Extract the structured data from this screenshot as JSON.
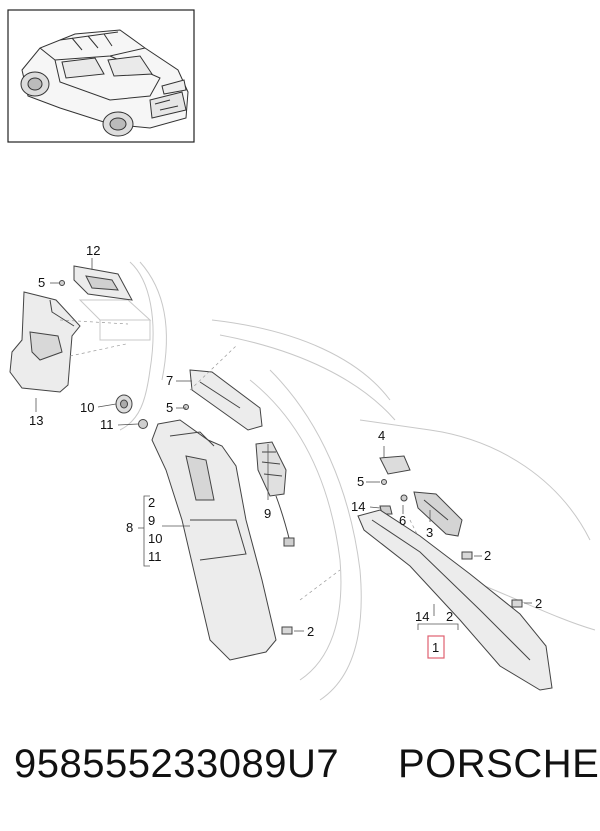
{
  "footer": {
    "part_number": "958555233089U7",
    "brand": "PORSCHE"
  },
  "callouts": {
    "c12": "12",
    "c5a": "5",
    "c13": "13",
    "c7": "7",
    "c5b": "5",
    "c10": "10",
    "c11": "11",
    "c9": "9",
    "c4": "4",
    "c5c": "5",
    "c14": "14",
    "c6": "6",
    "c3": "3",
    "c2a": "2",
    "c2b": "2",
    "c2c": "2",
    "c1": "1",
    "c14b": "14",
    "c2d": "2",
    "group8": {
      "label": "8",
      "items": [
        "2",
        "9",
        "10",
        "11"
      ]
    }
  },
  "highlight_color": "#e06070",
  "icons": {
    "thumbnail": "car-suv-icon"
  }
}
